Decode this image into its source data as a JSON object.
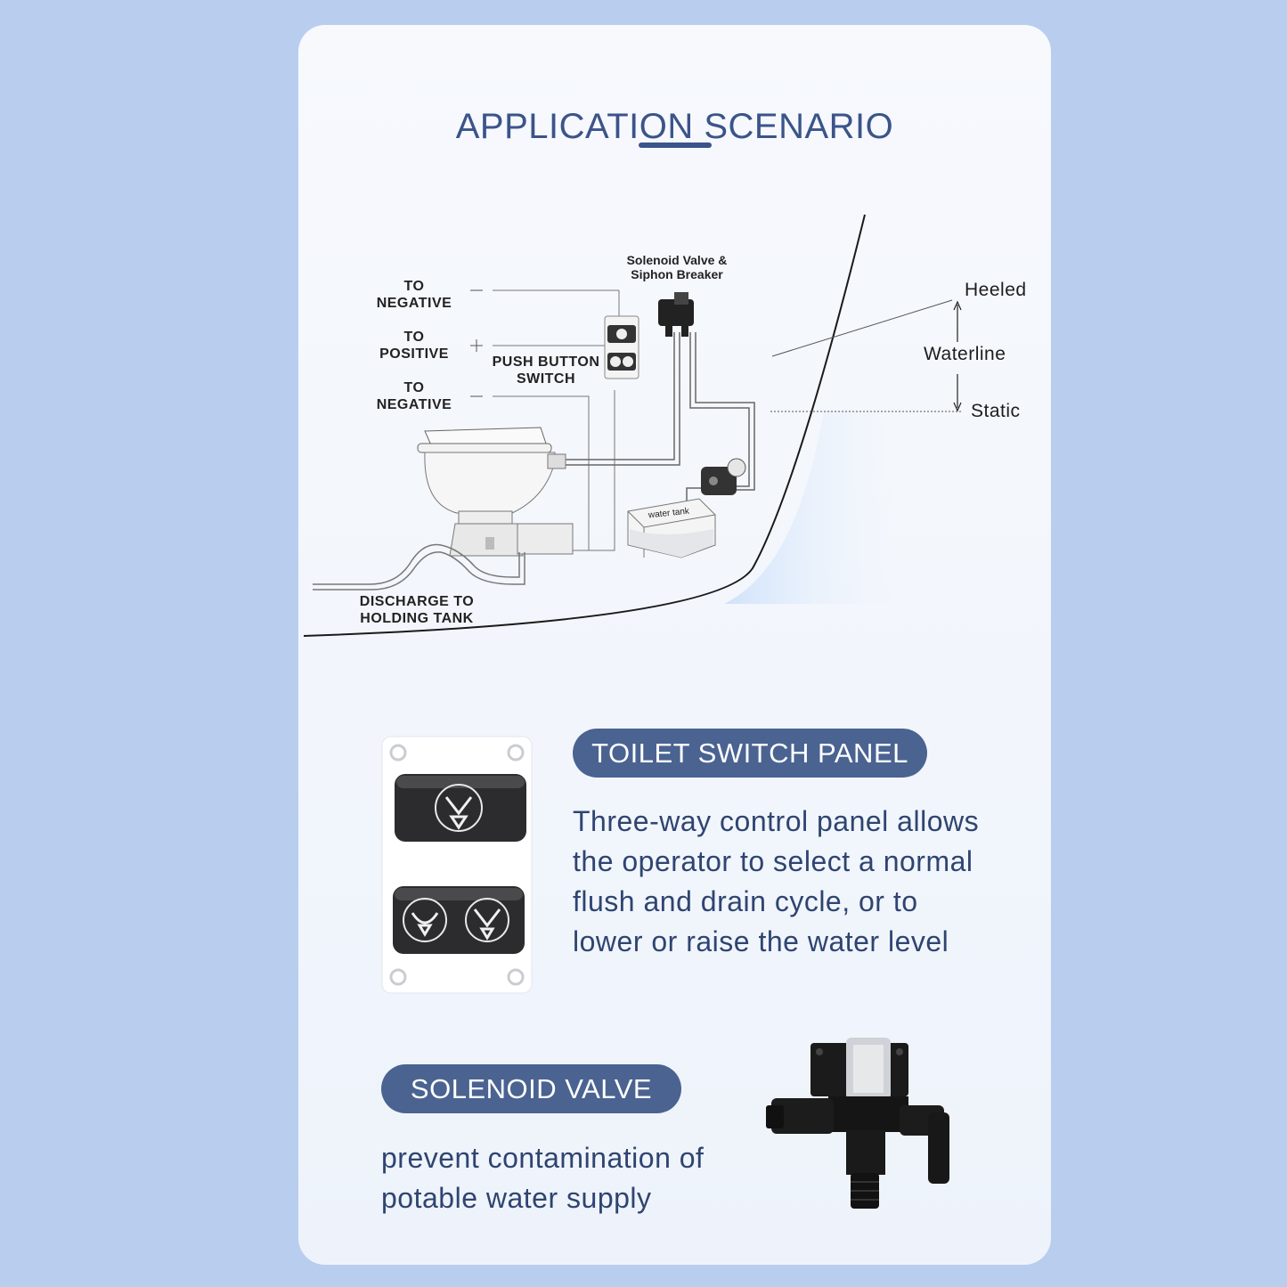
{
  "header": {
    "title": "APPLICATION SCENARIO"
  },
  "diagram": {
    "labels": {
      "to_negative_top": "TO\nNEGATIVE",
      "to_positive": "TO\nPOSITIVE",
      "to_negative_bottom": "TO\nNEGATIVE",
      "plus_sign": "+",
      "minus_sign": "—",
      "push_button_switch": "PUSH BUTTON\nSWITCH",
      "solenoid_valve": "Solenoid Valve &\nSiphon Breaker",
      "water_tank": "water tank",
      "discharge": "DISCHARGE TO\nHOLDING TANK",
      "heeled": "Heeled",
      "waterline": "Waterline",
      "static": "Static"
    }
  },
  "switch_panel": {
    "badge": "TOILET SWITCH PANEL",
    "description": "Three-way control panel allows the operator to select a normal flush and drain cycle, or to lower or raise the water level"
  },
  "solenoid": {
    "badge": "SOLENOID VALVE",
    "description": "prevent contamination of potable water supply"
  },
  "colors": {
    "background": "#b9cdee",
    "card": "#f4f7fc",
    "accent": "#3b5489",
    "pill": "#4a6391",
    "body_text": "#2f4470"
  }
}
